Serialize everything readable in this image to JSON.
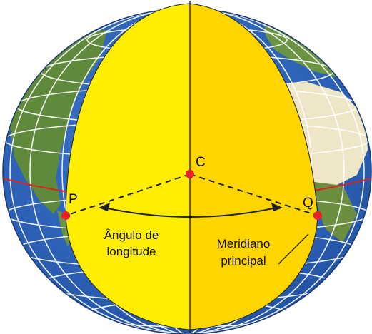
{
  "points": {
    "center": "C",
    "left": "P",
    "right": "Q"
  },
  "captions": {
    "angle_line1": "Ângulo de",
    "angle_line2": "longitude",
    "meridian_line1": "Meridiano",
    "meridian_line2": "principal"
  },
  "colors": {
    "ocean": "#2f63b8",
    "land": "#5f8a3c",
    "desert": "#efe6c8",
    "grid": "#ffffff",
    "left_hemisphere": "#ffee00",
    "right_hemisphere": "#ffd500",
    "equator": "#e02020",
    "point": "#e8202a"
  }
}
